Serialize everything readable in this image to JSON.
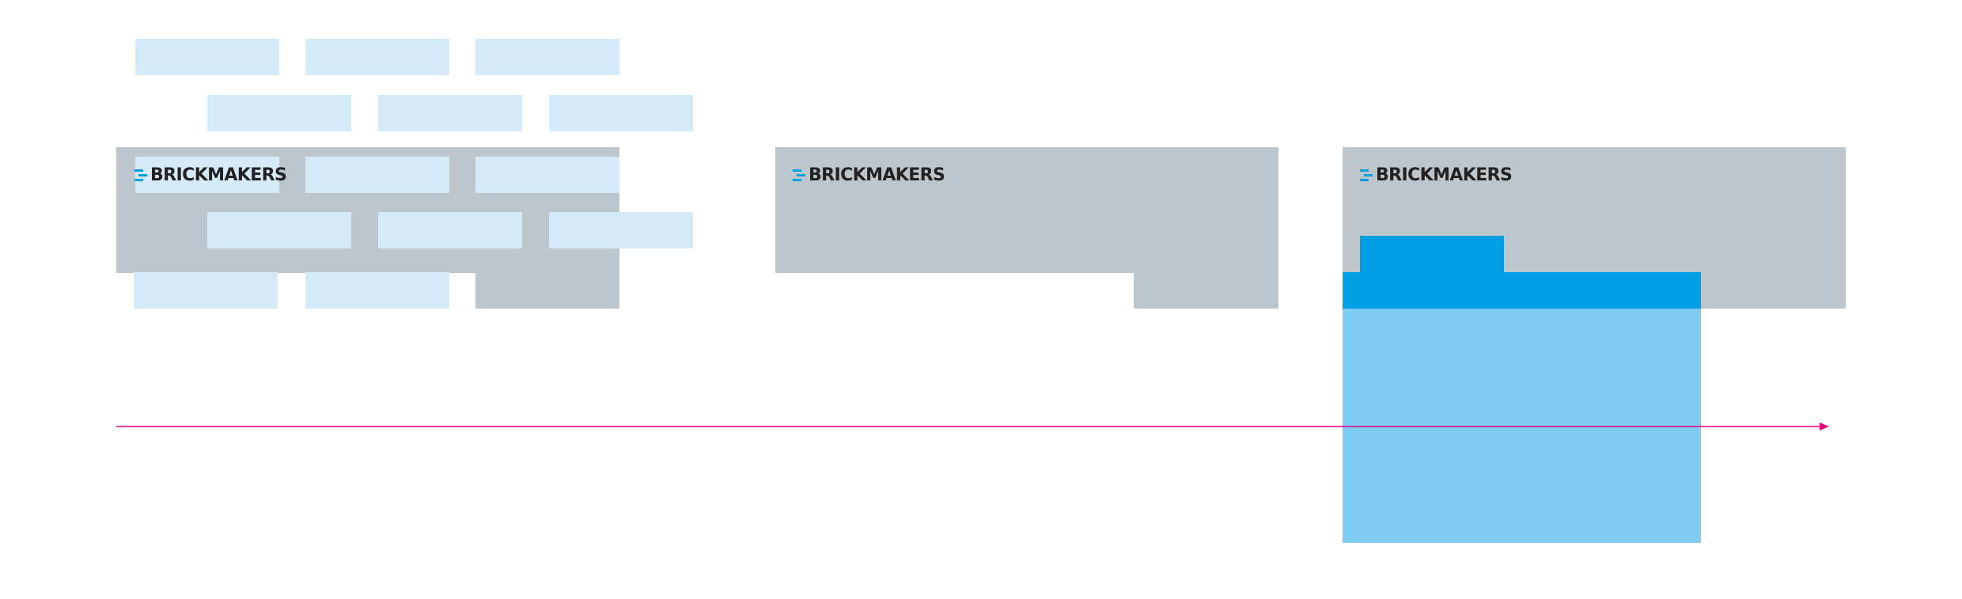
{
  "logo": {
    "wordmark": "BRICKMAKERS",
    "icon": "brickmakers-logo-icon"
  },
  "panels": [
    {
      "id": "scattered-bricks",
      "logo_text": "BRICKMAKERS"
    },
    {
      "id": "reduced-banner",
      "logo_text": "BRICKMAKERS"
    },
    {
      "id": "folder-banner",
      "logo_text": "BRICKMAKERS"
    }
  ],
  "colors": {
    "banner_gray": "#bec6cd",
    "brick_light_blue": "#d4eaf9",
    "brand_blue": "#009ee3",
    "folder_light_blue": "#7fccf2",
    "timeline_magenta": "#e5007e",
    "logo_text": "#222222"
  },
  "timeline": {
    "direction": "left-to-right",
    "arrow": "arrowhead-icon"
  }
}
